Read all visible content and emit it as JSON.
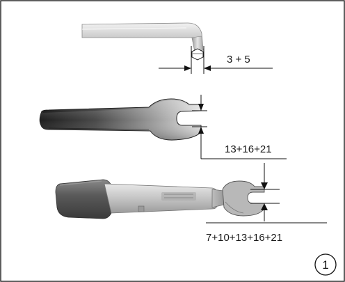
{
  "figure": {
    "number": "1"
  },
  "tools": {
    "hex_key": {
      "dimension": "3 + 5"
    },
    "open_wrench": {
      "dimension": "13+16+21"
    },
    "torque_wrench": {
      "dimension": "7+10+13+16+21"
    }
  },
  "colors": {
    "border": "#1a1a1a",
    "line": "#111111",
    "wrench_dark": "#2a2a2a",
    "wrench_light": "#d8d8d8"
  }
}
